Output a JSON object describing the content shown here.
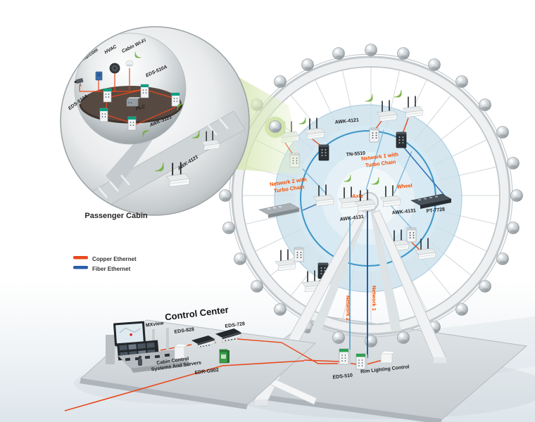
{
  "colors": {
    "copper_ethernet": "#e8491d",
    "fiber_ethernet": "#2a5caa",
    "network_label_orange": "#f24f02",
    "wifi_green": "#6fae3d"
  },
  "legend": {
    "items": [
      {
        "label": "Copper Ethernet",
        "color": "#e8491d"
      },
      {
        "label": "Fiber Ethernet",
        "color": "#2a5caa"
      }
    ]
  },
  "cabin_callout": {
    "caption": "Passenger Cabin",
    "sensor_labels": {
      "cctv": "CCTV",
      "intercom": "Intercom",
      "hvac": "HVAC",
      "cabin_wifi": "Cabin Wi-Fi"
    },
    "device_labels": {
      "eds510a_top": "EDS-510A",
      "eds510a_left": "EDS-510A",
      "plc": "PLC",
      "awk3121": "AWK-3121",
      "awk4121": "AWK-4121"
    }
  },
  "wheel": {
    "labels": {
      "awk4121": "AWK-4121",
      "tn5510": "TN-5510",
      "network1_l1": "Network 1 with",
      "network1_l2": "Turbo Chain",
      "network2_l1": "Network 2 with",
      "network2_l2": "Turbo Chain",
      "axle": "Axle",
      "wheel": "Wheel",
      "awk4131_left": "AWK-4131",
      "awk4131_right": "AWK-4131",
      "pt7728": "PT-7728",
      "network1_vertical": "Network 1",
      "network2_vertical": "Network 2"
    },
    "base_labels": {
      "eds510": "EDS-510",
      "rim_lighting": "Rim Lighting Control"
    }
  },
  "control_center": {
    "title": "Control Center",
    "mxview": "MXview",
    "eds828": "EDS-828",
    "eds728": "EDS-728",
    "servers_l1": "Cabin Control",
    "servers_l2": "Systems And Servers",
    "edr_g902": "EDR-G902"
  }
}
